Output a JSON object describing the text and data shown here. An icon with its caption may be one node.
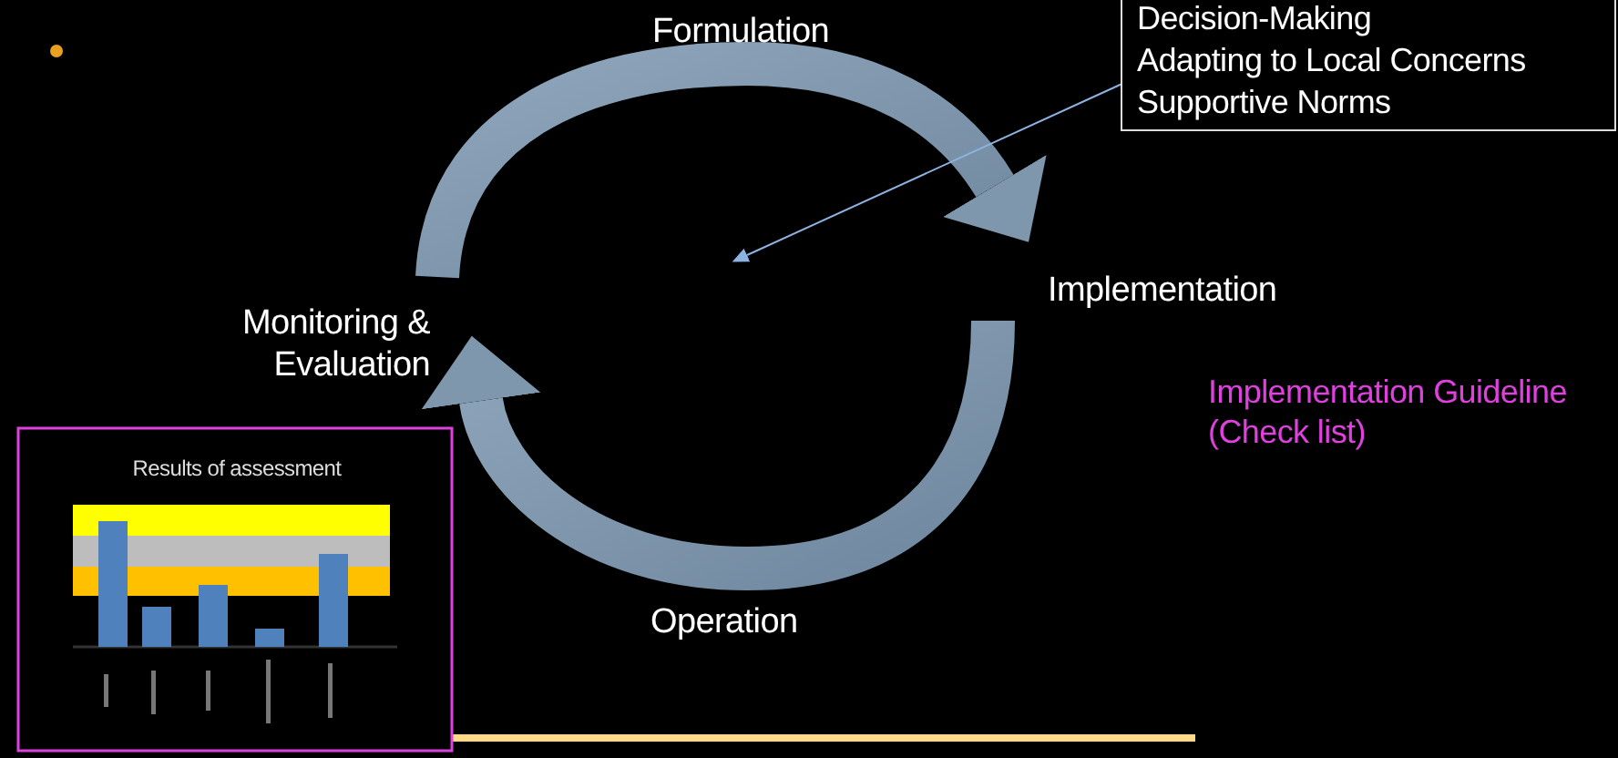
{
  "diagram": {
    "nodes": [
      {
        "text": [
          "Decision-Making",
          "Adapting to Local Concerns",
          "Supportive Norms"
        ]
      },
      {
        "text": [
          "Implementation"
        ]
      },
      {
        "text": [
          "Monitoring & Evaluation"
        ]
      }
    ],
    "edges": [
      {
        "from": 2,
        "to": 1,
        "arrow": "to"
      },
      {
        "from": 1,
        "to": 2,
        "arrow": "to"
      },
      {
        "from": 0,
        "to": null,
        "arrow": "to",
        "color": "#8db3e2"
      }
    ],
    "labels": [
      "Formulation",
      "Implementation Guideline (Check list)",
      "Operation",
      "Results of assessment"
    ]
  }
}
